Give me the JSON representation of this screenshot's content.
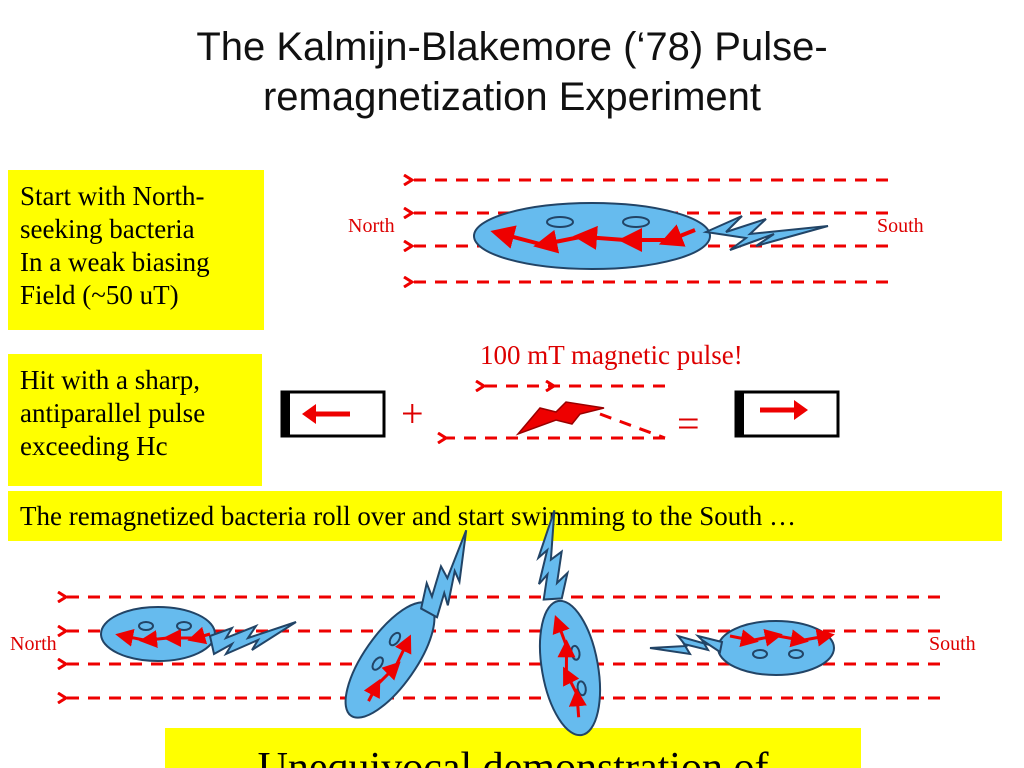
{
  "slide": {
    "title_line1": "The Kalmijn-Blakemore (‘78) Pulse-",
    "title_line2": "remagnetization Experiment",
    "box1_lines": [
      "Start with North-",
      "seeking bacteria",
      "In a weak biasing",
      "Field (~50 uT)"
    ],
    "box2_lines": [
      "Hit with a sharp,",
      "antiparallel pulse",
      "exceeding Hc"
    ],
    "box3_text": "The remagnetized bacteria roll over and start swimming to the South …",
    "box4_text": "Unequivocal demonstration of",
    "north_label": "North",
    "south_label": "South",
    "pulse_label": "100 mT magnetic pulse!",
    "plus_sign": "+",
    "equals_sign": "="
  },
  "colors": {
    "field_lines": "#ee0000",
    "bacteria_fill": "#66bbee",
    "highlight": "#ffff00",
    "label_red": "#dd0000"
  }
}
